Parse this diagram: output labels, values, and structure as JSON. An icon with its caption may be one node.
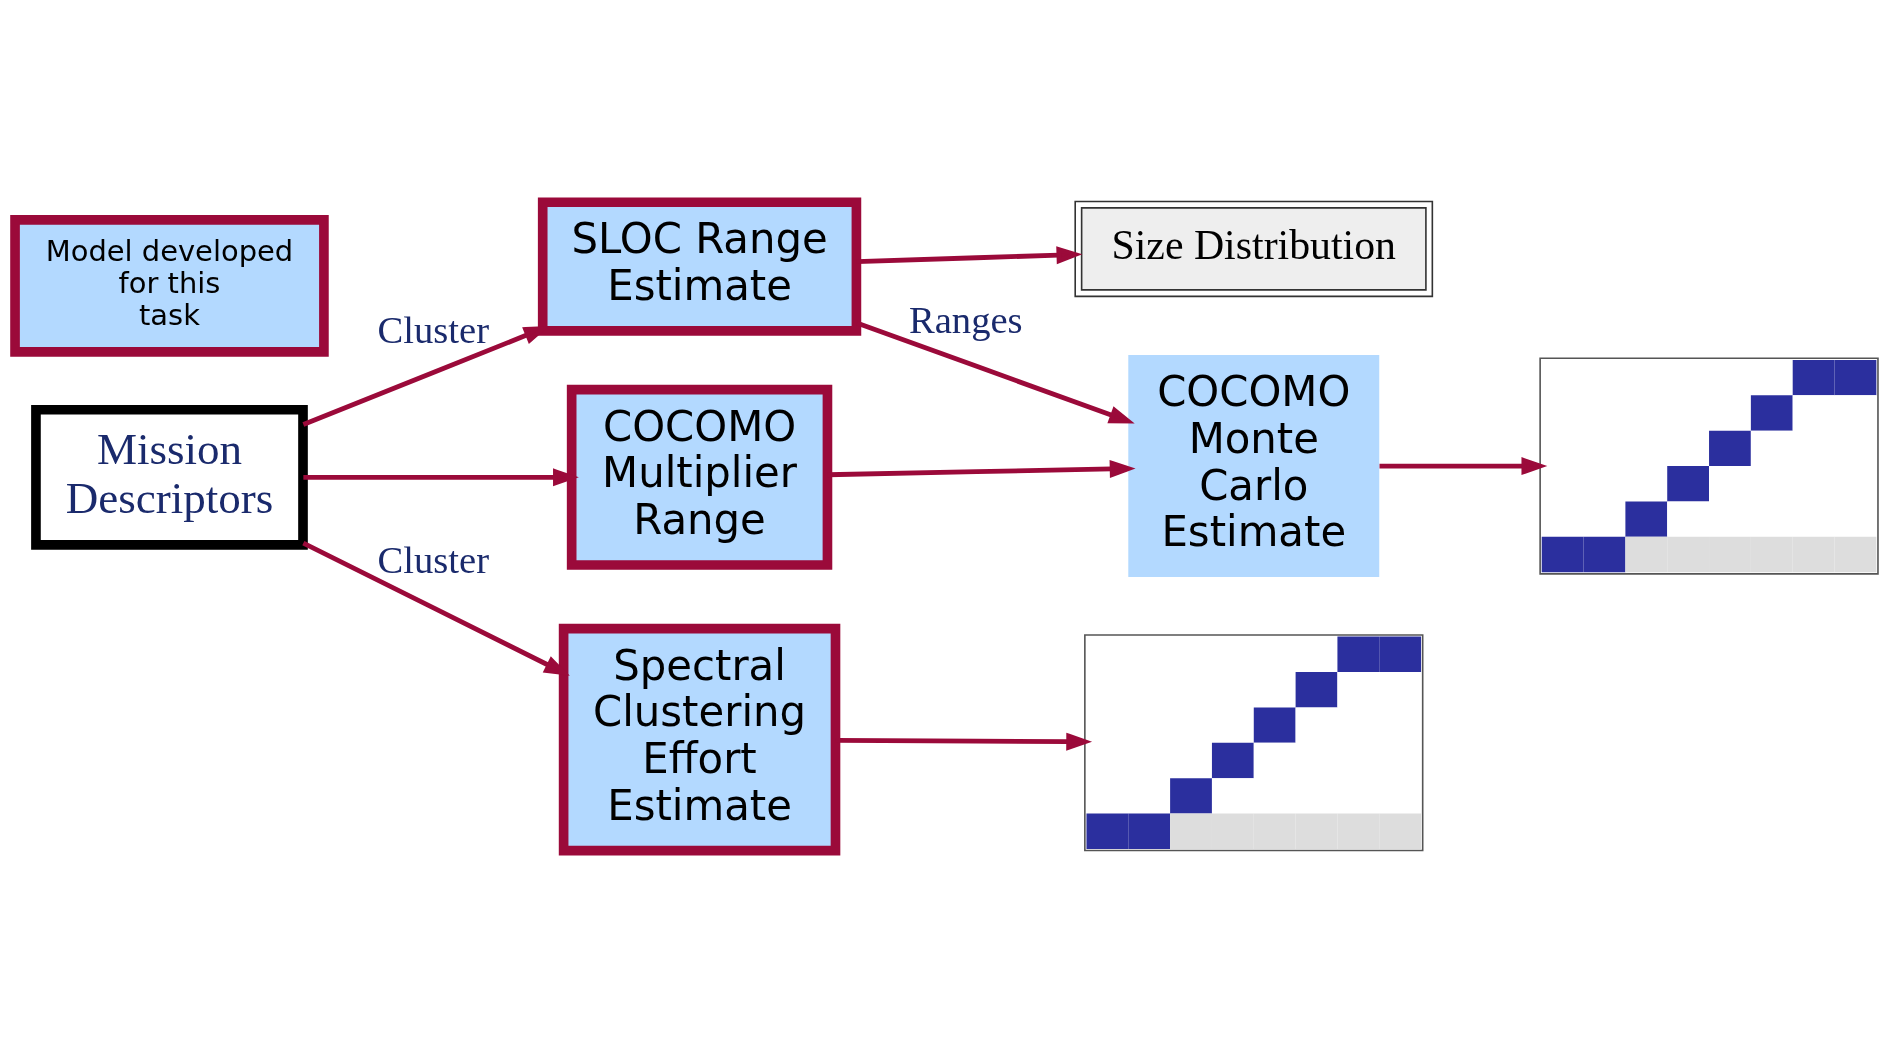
{
  "diagram": {
    "nodes": [
      {
        "text": [
          "Size Distribution"
        ]
      },
      {
        "text": [
          "Mission Descriptors"
        ]
      },
      {
        "text": [
          "SLOC Range Estimate"
        ]
      },
      {
        "text": [
          "COCOMO Multiplier Range"
        ]
      },
      {
        "text": [
          "COCOMO Monte Carlo Estimate"
        ]
      },
      {
        "text": [],
        "shape": "picture"
      },
      {
        "text": [
          "Spectral Clustering Effort Estimate"
        ]
      },
      {
        "text": [],
        "shape": "picture"
      },
      {
        "text": [
          "Model developed for this task"
        ]
      }
    ],
    "edges": [
      {
        "from": 1,
        "to": 2,
        "arrow": "to",
        "label": "Cluster"
      },
      {
        "from": 1,
        "to": 3,
        "arrow": "to"
      },
      {
        "from": 2,
        "to": 0,
        "arrow": "to"
      },
      {
        "from": 2,
        "to": 4,
        "arrow": "to",
        "label": "Ranges"
      },
      {
        "from": 3,
        "to": 4,
        "arrow": "to"
      },
      {
        "from": 4,
        "to": 5,
        "arrow": "to"
      },
      {
        "from": 1,
        "to": 6,
        "arrow": "to",
        "label": "Cluster"
      },
      {
        "from": 6,
        "to": 7,
        "arrow": "to"
      }
    ]
  }
}
